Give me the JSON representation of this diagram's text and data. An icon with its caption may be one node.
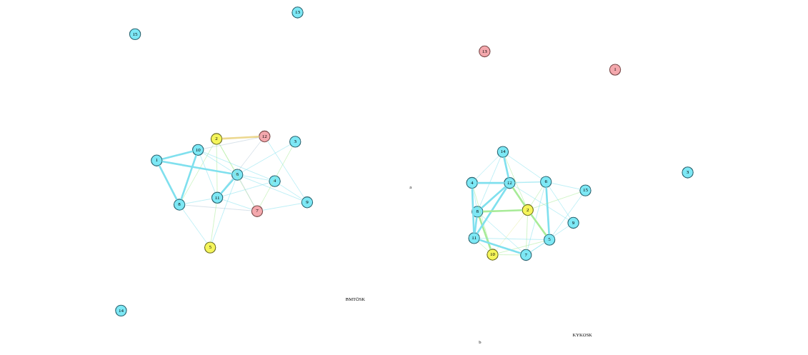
{
  "diagram": {
    "nodes": [
      {
        "text": [
          "9"
        ]
      },
      {
        "text": [
          "4"
        ]
      },
      {
        "text": [
          "8"
        ]
      },
      {
        "text": [
          "2"
        ]
      },
      {
        "text": [
          "12"
        ]
      },
      {
        "text": [
          "6"
        ]
      },
      {
        "text": [
          "10"
        ]
      },
      {
        "text": [
          "5"
        ]
      },
      {
        "text": [
          "1"
        ]
      },
      {
        "text": [
          "7"
        ]
      },
      {
        "text": [
          "14"
        ]
      },
      {
        "text": [
          "11"
        ]
      },
      {
        "text": [
          "13"
        ]
      },
      {
        "text": [
          "3"
        ]
      },
      {
        "text": [
          "15"
        ]
      },
      {
        "text": [
          "7"
        ]
      },
      {
        "text": [
          "1"
        ]
      },
      {
        "text": [
          "10"
        ]
      },
      {
        "text": [
          "5"
        ]
      },
      {
        "text": [
          "15"
        ]
      },
      {
        "text": [
          "11"
        ]
      },
      {
        "text": [
          "6"
        ]
      },
      {
        "text": [
          "8"
        ]
      },
      {
        "text": [
          "13"
        ]
      },
      {
        "text": [
          "2"
        ]
      },
      {
        "text": [
          "9"
        ]
      },
      {
        "text": [
          "4"
        ]
      },
      {
        "text": [
          "3"
        ]
      },
      {
        "text": [
          "14"
        ]
      },
      {
        "text": [
          "12"
        ]
      }
    ],
    "edges": [
      {
        "from": 2,
        "to": 6,
        "arrow": "none",
        "style": "thick"
      },
      {
        "from": 2,
        "to": 8,
        "arrow": "none",
        "style": "thick"
      },
      {
        "from": 6,
        "to": 8,
        "arrow": "none",
        "style": "thick"
      },
      {
        "from": 8,
        "to": 5,
        "arrow": "none",
        "style": "thick"
      },
      {
        "from": 11,
        "to": 5,
        "arrow": "none",
        "style": "thick"
      },
      {
        "from": 11,
        "to": 4,
        "arrow": "none",
        "color": "#b4c8d6"
      },
      {
        "from": 6,
        "to": 4,
        "arrow": "none",
        "color": "#b4c8d6"
      },
      {
        "from": 2,
        "to": 9,
        "arrow": "none",
        "color": "#b4c8d6"
      },
      {
        "from": 5,
        "to": 9,
        "arrow": "none",
        "color": "#b4c8d6"
      },
      {
        "from": 4,
        "to": 3,
        "arrow": "none",
        "style": "thick",
        "color": "#ecd890"
      },
      {
        "from": 2,
        "to": 3,
        "arrow": "none",
        "color": "#a8eb98"
      },
      {
        "from": 11,
        "to": 7,
        "arrow": "none",
        "color": "#a8eb98"
      },
      {
        "from": 6,
        "to": 1,
        "arrow": "none"
      },
      {
        "from": 0,
        "to": 1,
        "arrow": "none"
      },
      {
        "from": 0,
        "to": 4,
        "arrow": "none"
      },
      {
        "from": 0,
        "to": 5,
        "arrow": "none"
      },
      {
        "from": 0,
        "to": 9,
        "arrow": "none"
      },
      {
        "from": 1,
        "to": 5,
        "arrow": "none"
      },
      {
        "from": 1,
        "to": 11,
        "arrow": "none"
      },
      {
        "from": 3,
        "to": 5,
        "arrow": "none",
        "color": "#a8eb98"
      },
      {
        "from": 3,
        "to": 11,
        "arrow": "none",
        "color": "#a8eb98"
      },
      {
        "from": 3,
        "to": 9,
        "arrow": "none",
        "color": "#a8eb98"
      },
      {
        "from": 5,
        "to": 7,
        "arrow": "none"
      },
      {
        "from": 2,
        "to": 7,
        "arrow": "none"
      },
      {
        "from": 6,
        "to": 5,
        "arrow": "none"
      },
      {
        "from": 6,
        "to": 11,
        "arrow": "none"
      },
      {
        "from": 2,
        "to": 11,
        "arrow": "none"
      },
      {
        "from": 9,
        "to": 13,
        "arrow": "none",
        "color": "#a8eb98"
      },
      {
        "from": 13,
        "to": 5,
        "arrow": "none"
      },
      {
        "from": 11,
        "to": 9,
        "arrow": "none"
      },
      {
        "from": 20,
        "to": 29,
        "arrow": "none",
        "style": "thick"
      },
      {
        "from": 20,
        "to": 26,
        "arrow": "none",
        "style": "thick"
      },
      {
        "from": 20,
        "to": 22,
        "arrow": "none",
        "style": "thick"
      },
      {
        "from": 20,
        "to": 15,
        "arrow": "none",
        "style": "thick"
      },
      {
        "from": 26,
        "to": 29,
        "arrow": "none",
        "style": "thick"
      },
      {
        "from": 26,
        "to": 28,
        "arrow": "none"
      },
      {
        "from": 26,
        "to": 22,
        "arrow": "none"
      },
      {
        "from": 26,
        "to": 21,
        "arrow": "none"
      },
      {
        "from": 29,
        "to": 28,
        "arrow": "none",
        "style": "thick"
      },
      {
        "from": 29,
        "to": 22,
        "arrow": "none",
        "style": "thick"
      },
      {
        "from": 29,
        "to": 21,
        "arrow": "none"
      },
      {
        "from": 29,
        "to": 24,
        "arrow": "none",
        "style": "thick",
        "color": "#a8eb98"
      },
      {
        "from": 24,
        "to": 18,
        "arrow": "none",
        "style": "thick",
        "color": "#a8eb98"
      },
      {
        "from": 24,
        "to": 22,
        "arrow": "none",
        "style": "thick",
        "color": "#a8eb98"
      },
      {
        "from": 24,
        "to": 19,
        "arrow": "none",
        "color": "#a8eb98"
      },
      {
        "from": 17,
        "to": 15,
        "arrow": "none",
        "color": "#a8eb98"
      },
      {
        "from": 17,
        "to": 18,
        "arrow": "none",
        "color": "#a8eb98"
      },
      {
        "from": 17,
        "to": 22,
        "arrow": "none",
        "style": "thick",
        "color": "#a8eb98"
      },
      {
        "from": 21,
        "to": 18,
        "arrow": "none",
        "style": "thick"
      },
      {
        "from": 18,
        "to": 19,
        "arrow": "none"
      },
      {
        "from": 21,
        "to": 24,
        "arrow": "none",
        "color": "#a8eb98"
      },
      {
        "from": 21,
        "to": 28,
        "arrow": "none"
      },
      {
        "from": 15,
        "to": 24,
        "arrow": "none",
        "color": "#a8eb98"
      },
      {
        "from": 28,
        "to": 22,
        "arrow": "none"
      },
      {
        "from": 28,
        "to": 24,
        "arrow": "none",
        "color": "#a8eb98"
      },
      {
        "from": 25,
        "to": 29,
        "arrow": "none"
      },
      {
        "from": 25,
        "to": 15,
        "arrow": "none"
      },
      {
        "from": 25,
        "to": 21,
        "arrow": "none"
      },
      {
        "from": 17,
        "to": 20,
        "arrow": "none",
        "color": "#a8eb98"
      },
      {
        "from": 17,
        "to": 26,
        "arrow": "none",
        "color": "#a8eb98"
      },
      {
        "from": 17,
        "to": 24,
        "arrow": "none",
        "color": "#e4eea0"
      },
      {
        "from": 15,
        "to": 21,
        "arrow": "none"
      },
      {
        "from": 15,
        "to": 18,
        "arrow": "none"
      },
      {
        "from": 15,
        "to": 22,
        "arrow": "none"
      },
      {
        "from": 20,
        "to": 18,
        "arrow": "none"
      },
      {
        "from": 21,
        "to": 19,
        "arrow": "none"
      }
    ],
    "labels": [
      "BMTÖSK",
      "a",
      "KYKOSK",
      "b"
    ]
  }
}
